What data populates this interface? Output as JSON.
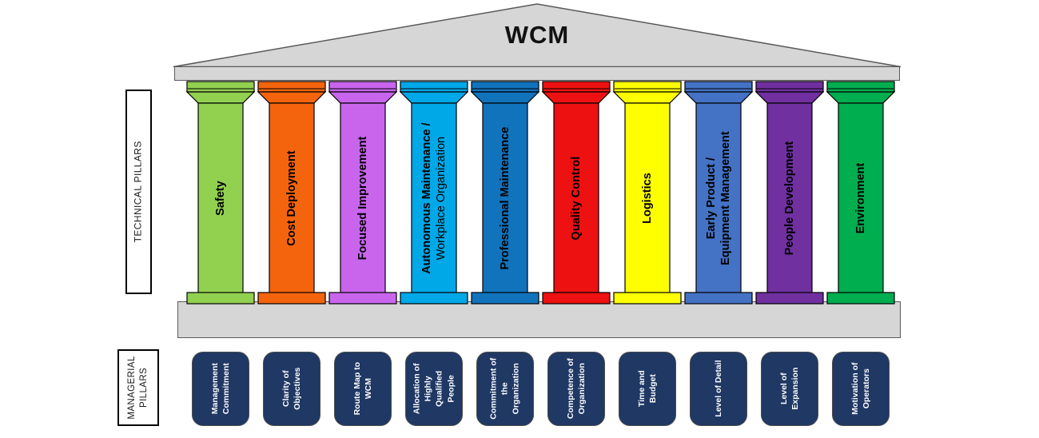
{
  "roof": {
    "title": "WCM"
  },
  "technical_section": {
    "label": "TECHNICAL PILLARS"
  },
  "managerial_section": {
    "label_line1": "MANAGERIAL",
    "label_line2": "PILLARS"
  },
  "pillars": [
    {
      "name": "safety",
      "color": "#92D050",
      "lines": [
        {
          "text": "Safety",
          "bold": true
        }
      ]
    },
    {
      "name": "cost-deployment",
      "color": "#F4640D",
      "lines": [
        {
          "text": "Cost Deployment",
          "bold": true
        }
      ]
    },
    {
      "name": "focused-improvement",
      "color": "#C965ED",
      "lines": [
        {
          "text": "Focused Improvement",
          "bold": true
        }
      ]
    },
    {
      "name": "autonomous-maintenance-workplace-organization",
      "color": "#00A8E8",
      "lines": [
        {
          "text": "Autonomous Maintenance /",
          "bold": true
        },
        {
          "text": "Workplace Organization",
          "bold": false
        }
      ]
    },
    {
      "name": "professional-maintenance",
      "color": "#1273BD",
      "lines": [
        {
          "text": "Professional Maintenance",
          "bold": true
        }
      ]
    },
    {
      "name": "quality-control",
      "color": "#EE1111",
      "lines": [
        {
          "text": "Quality Control",
          "bold": true
        }
      ]
    },
    {
      "name": "logistics",
      "color": "#FFFF00",
      "lines": [
        {
          "text": "Logistics",
          "bold": true
        }
      ]
    },
    {
      "name": "early-product-equipment-management",
      "color": "#4472C4",
      "lines": [
        {
          "text": "Early Product /",
          "bold": true
        },
        {
          "text": "Equipment Management",
          "bold": true
        }
      ]
    },
    {
      "name": "people-development",
      "color": "#7030A0",
      "lines": [
        {
          "text": "People Development",
          "bold": true
        }
      ]
    },
    {
      "name": "environment",
      "color": "#00AD4F",
      "lines": [
        {
          "text": "Environment",
          "bold": true
        }
      ]
    }
  ],
  "managerial_boxes": [
    {
      "name": "management-commitment",
      "lines": [
        "Management",
        "Commitment"
      ]
    },
    {
      "name": "clarity-of-objectives",
      "lines": [
        "Clarity of",
        "Objectives"
      ]
    },
    {
      "name": "route-map-to-wcm",
      "lines": [
        "Route Map to",
        "WCM"
      ]
    },
    {
      "name": "allocation-of-highly-qualified-people",
      "lines": [
        "Allocation of",
        "Highly",
        "Qualified",
        "People"
      ]
    },
    {
      "name": "commitment-of-the-organization",
      "lines": [
        "Commitment of",
        "the",
        "Organization"
      ]
    },
    {
      "name": "competence-of-organization",
      "lines": [
        "Competence of",
        "Organization"
      ]
    },
    {
      "name": "time-and-budget",
      "lines": [
        "Time and",
        "Budget"
      ]
    },
    {
      "name": "level-of-detail",
      "lines": [
        "Level of Detail"
      ]
    },
    {
      "name": "level-of-expansion",
      "lines": [
        "Level of",
        "Expansion"
      ]
    },
    {
      "name": "motivation-of-operators",
      "lines": [
        "Motivation of",
        "Operators"
      ]
    }
  ],
  "colors": {
    "structure_fill": "#D6D6D6",
    "structure_border": "#595959",
    "managerial_box_fill": "#1F3864",
    "managerial_box_text": "#FFFFFF"
  }
}
